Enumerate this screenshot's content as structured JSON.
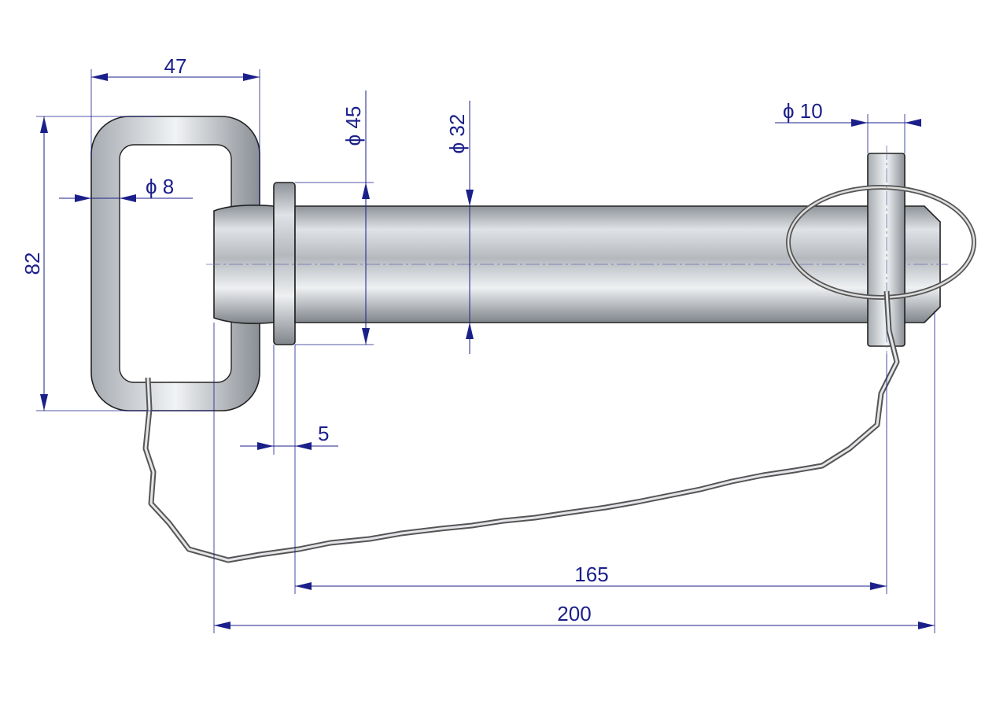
{
  "title": "Hitch pin with handle, ring clip and chain - dimension drawing",
  "colors": {
    "dimension": "#1b1f8a",
    "steel_light": "#e6e9ed",
    "steel_dark": "#8b9096"
  },
  "dimensions": {
    "handle_width": "47",
    "handle_height": "82",
    "handle_wire_diameter": "ϕ 8",
    "collar_diameter": "ϕ 45",
    "pin_diameter": "ϕ 32",
    "clip_pin_diameter": "ϕ 10",
    "collar_thickness": "5",
    "usable_length": "165",
    "total_length": "200"
  }
}
